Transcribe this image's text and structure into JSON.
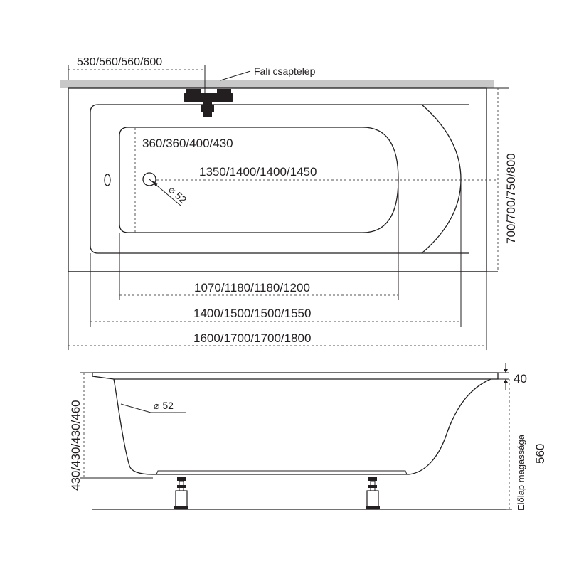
{
  "top_view": {
    "wall_label": "Fali csaptelep",
    "dim_faucet_offset": "530/560/560/600",
    "dim_drain_offset": "360/360/400/430",
    "dim_drain_distance": "1350/1400/1400/1450",
    "dim_drain_diameter": "⌀ 52",
    "dim_bottom_length": "1070/1180/1180/1200",
    "dim_inner_length": "1400/1500/1500/1550",
    "dim_total_length": "1600/1700/1700/1800",
    "dim_width": "700/700/750/800"
  },
  "side_view": {
    "dim_height": "430/430/430/460",
    "dim_rim": "40",
    "dim_drain_diameter": "⌀ 52",
    "front_panel_label": "Előlap magassága",
    "front_panel_height": "560"
  },
  "colors": {
    "line": "#231f20",
    "wall": "#c8c8c8",
    "faucet": "#231f20"
  },
  "icons": [
    "faucet-icon",
    "overflow-hole-icon",
    "drain-icon",
    "adjustable-leg-icon"
  ]
}
